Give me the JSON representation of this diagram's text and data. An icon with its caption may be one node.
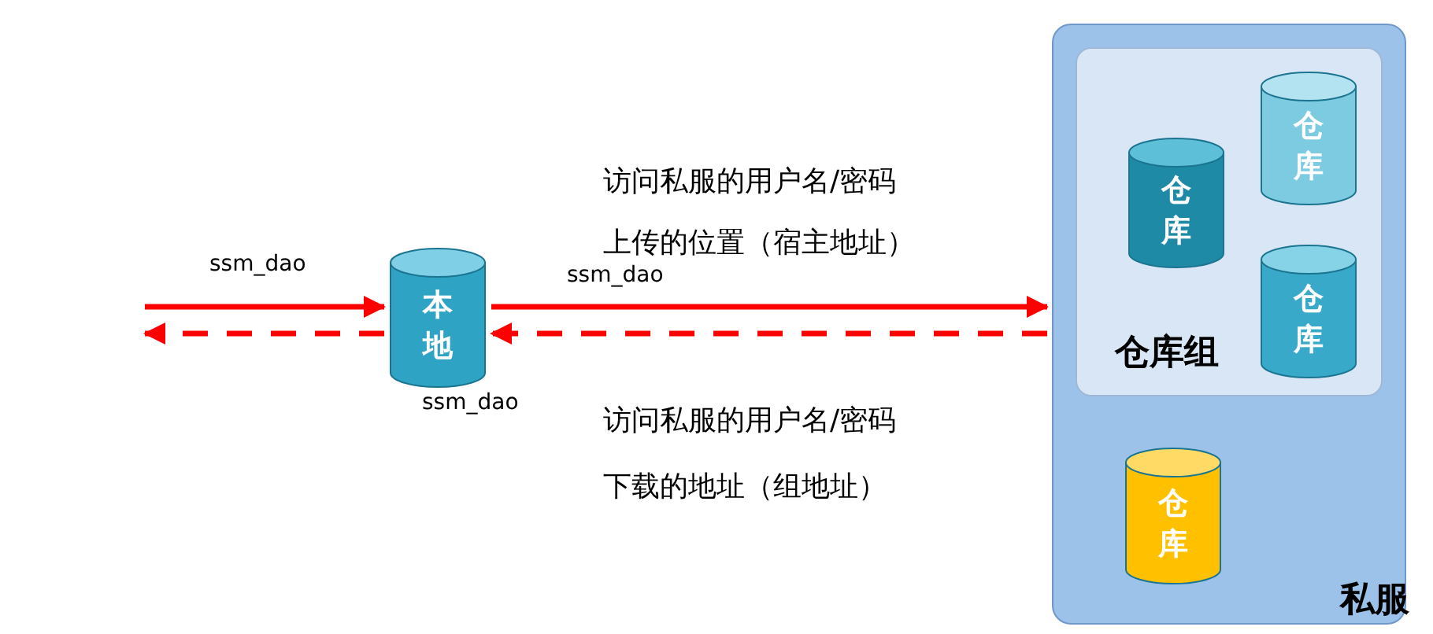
{
  "diagram": {
    "nodes": [
      {
        "text": [
          "本地"
        ]
      },
      {
        "text": [
          "私服"
        ]
      },
      {
        "text": [
          "仓库组"
        ],
        "in": 1
      },
      {
        "text": [
          "仓库"
        ],
        "in": 2
      },
      {
        "text": [
          "仓库"
        ],
        "in": 2
      },
      {
        "text": [
          "仓库"
        ],
        "in": 2
      },
      {
        "text": [
          "仓库"
        ],
        "in": 1
      }
    ],
    "edges": [
      {
        "from": null,
        "to": 0,
        "arrow": "to"
      },
      {
        "from": 0,
        "to": null,
        "arrow": "to",
        "style": "dashed"
      },
      {
        "from": 0,
        "to": 1,
        "arrow": "to"
      },
      {
        "from": 1,
        "to": 0,
        "arrow": "to",
        "style": "dashed"
      }
    ],
    "labels": [
      "ssm_dao",
      "访问私服的用户名/密码",
      "上传的位置（宿主地址）",
      "ssm_dao",
      "ssm_dao",
      "访问私服的用户名/密码",
      "下载的地址（组地址）"
    ]
  }
}
